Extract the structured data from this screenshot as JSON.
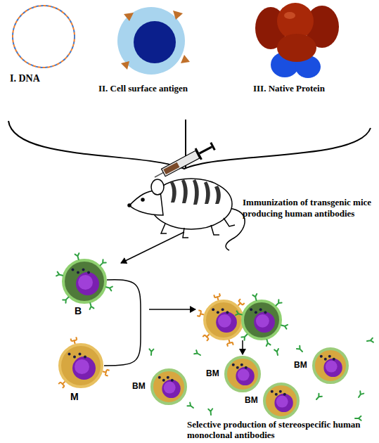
{
  "diagram": {
    "labels": [
      "I. DNA",
      "II. Cell surface antigen",
      "III. Native Protein",
      "Immunization of transgenic mice producing human antibodies",
      "B",
      "M",
      "BM",
      "BM",
      "BM",
      "BM",
      "Selective production of stereospecific human monoclonal antibodies"
    ]
  }
}
